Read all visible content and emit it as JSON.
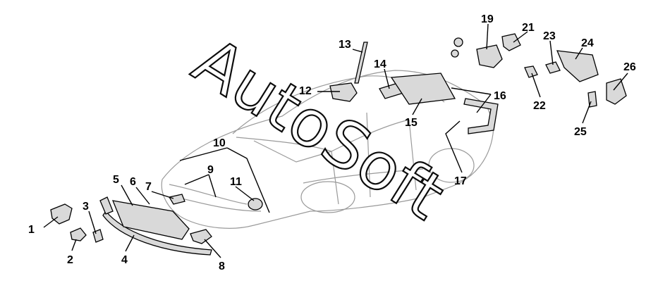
{
  "watermark": "AutoSoft",
  "callouts": [
    "1",
    "2",
    "3",
    "4",
    "5",
    "6",
    "7",
    "8",
    "9",
    "10",
    "11",
    "12",
    "13",
    "14",
    "15",
    "16",
    "17",
    "19",
    "21",
    "22",
    "23",
    "24",
    "25",
    "26"
  ],
  "colors": {
    "line": "#000000",
    "part_fill": "#d9d9d9",
    "car_line": "#9a9a9a",
    "background": "#ffffff"
  }
}
